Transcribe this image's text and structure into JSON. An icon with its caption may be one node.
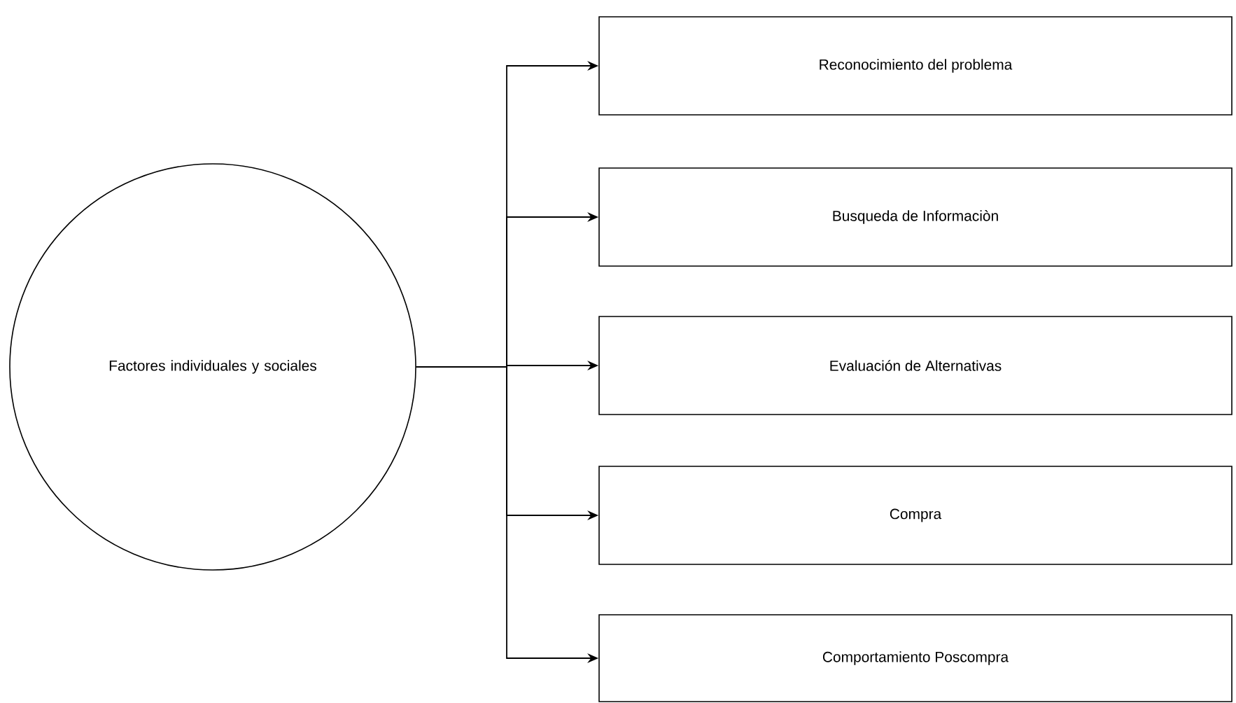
{
  "diagram": {
    "nodes": [
      {
        "text": [
          "Factores individuales y sociales"
        ]
      },
      {
        "text": [
          "Reconocimiento del problema"
        ]
      },
      {
        "text": [
          "Busqueda de Informaciòn"
        ]
      },
      {
        "text": [
          "Evaluación de Alternativas"
        ]
      },
      {
        "text": [
          "Compra"
        ]
      },
      {
        "text": [
          "Comportamiento Poscompra"
        ]
      }
    ],
    "edges": [
      {
        "from": 0,
        "to": 1,
        "arrow": "to"
      },
      {
        "from": 0,
        "to": 2,
        "arrow": "to"
      },
      {
        "from": 0,
        "to": 3,
        "arrow": "to"
      },
      {
        "from": 0,
        "to": 4,
        "arrow": "to"
      },
      {
        "from": 0,
        "to": 5,
        "arrow": "to"
      }
    ]
  }
}
